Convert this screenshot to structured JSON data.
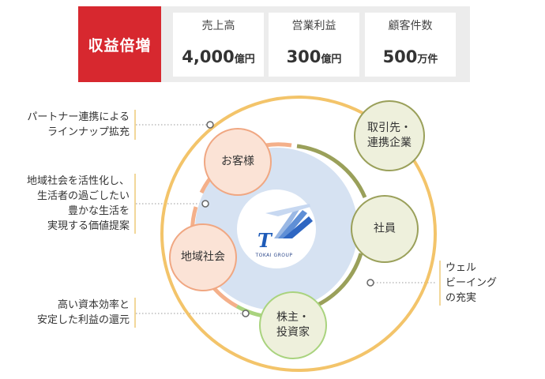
{
  "header": {
    "badge": "収益倍増",
    "stats": [
      {
        "label": "売上高",
        "value": "4,000",
        "unit": "億円"
      },
      {
        "label": "営業利益",
        "value": "300",
        "unit": "億円"
      },
      {
        "label": "顧客件数",
        "value": "500",
        "unit": "万件"
      }
    ]
  },
  "stakeholders": {
    "customer": "お客様",
    "partners": "取引先・\n連携企業",
    "employees": "社員",
    "shareholders": "株主・\n投資家",
    "community": "地域社会"
  },
  "notes": {
    "partner_lineup": "パートナー連携による\nラインナップ拡充",
    "value_proposal": "地域社会を活性化し、\n生活者の過ごしたい\n豊かな生活を\n実現する価値提案",
    "capital_return": "高い資本効率と\n安定した利益の還元",
    "wellbeing": "ウェル\nビーイング\nの充実"
  },
  "logo": {
    "letter": "T",
    "caption": "TOKAI GROUP"
  },
  "colors": {
    "badge_red": "#d7282f",
    "outer_ring": "#f3c46a",
    "inner_disc": "#d6e2f2",
    "orange_circle": "#fbe3d6",
    "orange_border": "#f0a782",
    "green_circle": "#eef0dc",
    "green_border": "#9aa05a",
    "light_green_arc": "#a9d37e",
    "logo_blue": "#1e5bb8"
  }
}
